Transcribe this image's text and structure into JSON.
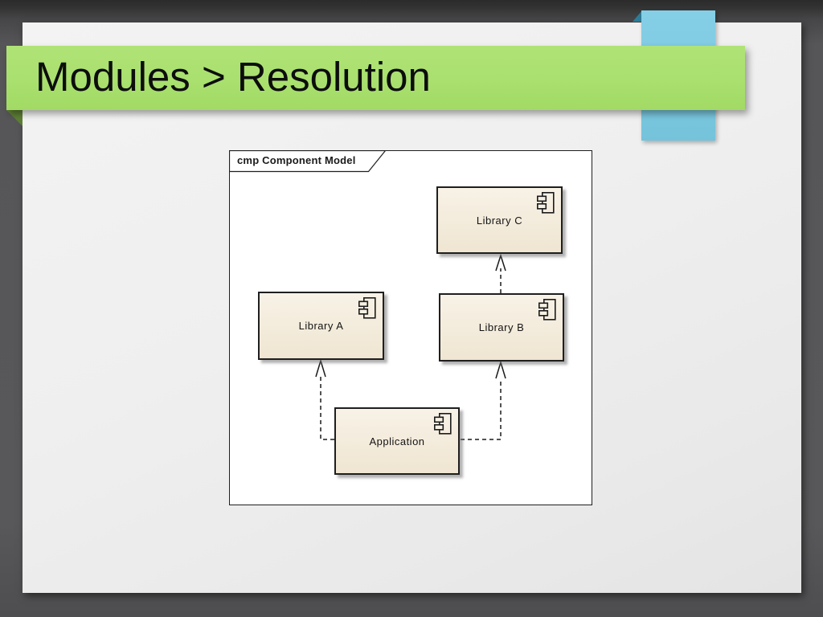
{
  "slide": {
    "title": "Modules > Resolution",
    "accent_colors": {
      "banner_green": "#A9E06E",
      "banner_fold_green": "#5D7E33",
      "ribbon_blue": "#7CC9E0",
      "ribbon_fold_teal": "#2D7D98"
    }
  },
  "diagram": {
    "frame_label": "cmp Component Model",
    "components": [
      {
        "label": "Library C"
      },
      {
        "label": "Library A"
      },
      {
        "label": "Library B"
      },
      {
        "label": "Application"
      }
    ],
    "dependencies": [
      {
        "from": "Library B",
        "to": "Library C",
        "style": "dashed-open-arrow"
      },
      {
        "from": "Application",
        "to": "Library A",
        "style": "dashed-open-arrow"
      },
      {
        "from": "Application",
        "to": "Library B",
        "style": "dashed-open-arrow"
      }
    ],
    "component_fill": "#F4ECDD",
    "component_border": "#1F1F1F"
  }
}
